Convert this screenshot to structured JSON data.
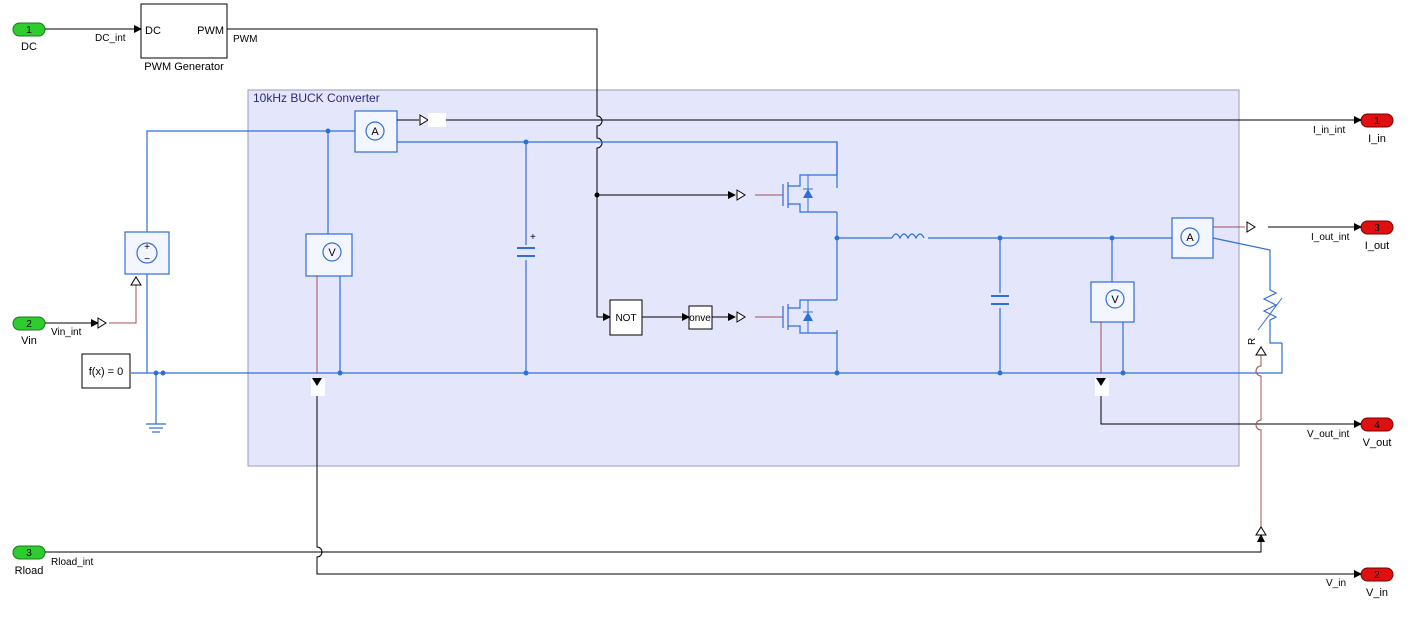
{
  "subsystem": {
    "title": "10kHz BUCK Converter"
  },
  "inports": [
    {
      "num": "1",
      "name": "DC",
      "signal": "DC_int"
    },
    {
      "num": "2",
      "name": "Vin",
      "signal": "Vin_int"
    },
    {
      "num": "3",
      "name": "Rload",
      "signal": "Rload_int"
    }
  ],
  "outports": [
    {
      "num": "1",
      "name": "I_in",
      "signal": "I_in_int"
    },
    {
      "num": "3",
      "name": "I_out",
      "signal": "I_out_int"
    },
    {
      "num": "4",
      "name": "V_out",
      "signal": "V_out_int"
    },
    {
      "num": "2",
      "name": "V_in",
      "signal": "V_in"
    }
  ],
  "pwm_block": {
    "in_port": "DC",
    "out_port": "PWM",
    "name": "PWM Generator",
    "out_signal": "PWM"
  },
  "blocks": {
    "solver": "f(x) = 0",
    "not": "NOT",
    "convert": "onve",
    "ammeter": "A",
    "voltmeter": "V",
    "resistor_label": "R"
  },
  "colors": {
    "subsystem_fill": "#e4e6fb",
    "physical_line": "#2f6fd6",
    "inport": "#2ecc2e",
    "outport": "#e01010",
    "conversion_line": "#a05050"
  }
}
